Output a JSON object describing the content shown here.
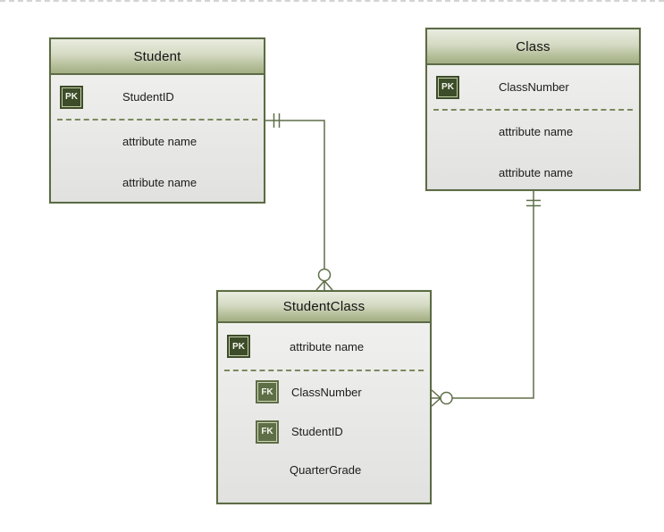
{
  "diagram": {
    "type": "entity-relationship-diagram",
    "colors": {
      "canvas_bg": "#ffffff",
      "entity_border": "#5c6b45",
      "header_gradient_top": "#e9ecdf",
      "header_gradient_bottom": "#a4ae84",
      "body_fill": "#e9e9e7",
      "separator": "#7b895e",
      "pk_badge_bg": "#3d4c29",
      "fk_badge_bg": "#5e6e46",
      "badge_text": "#f3f5ec",
      "connector_line": "#5f6f49",
      "page_break_line": "#d3d3d3"
    }
  },
  "entities": [
    {
      "name": "Student",
      "rows": [
        {
          "badge": "PK",
          "label": "StudentID"
        },
        {
          "label": "attribute name"
        },
        {
          "label": "attribute name"
        }
      ]
    },
    {
      "name": "Class",
      "rows": [
        {
          "badge": "PK",
          "label": "ClassNumber"
        },
        {
          "label": "attribute name"
        },
        {
          "label": "attribute name"
        }
      ]
    },
    {
      "name": "StudentClass",
      "rows": [
        {
          "badge": "PK",
          "label": "attribute name"
        },
        {
          "badge": "FK",
          "label": "ClassNumber"
        },
        {
          "badge": "FK",
          "label": "StudentID"
        },
        {
          "label": "QuarterGrade"
        }
      ]
    }
  ],
  "relationships": [
    {
      "from": "Student",
      "to": "StudentClass",
      "from_cardinality": "one and only one",
      "to_cardinality": "zero or many"
    },
    {
      "from": "Class",
      "to": "StudentClass",
      "from_cardinality": "one and only one",
      "to_cardinality": "zero or many"
    }
  ]
}
